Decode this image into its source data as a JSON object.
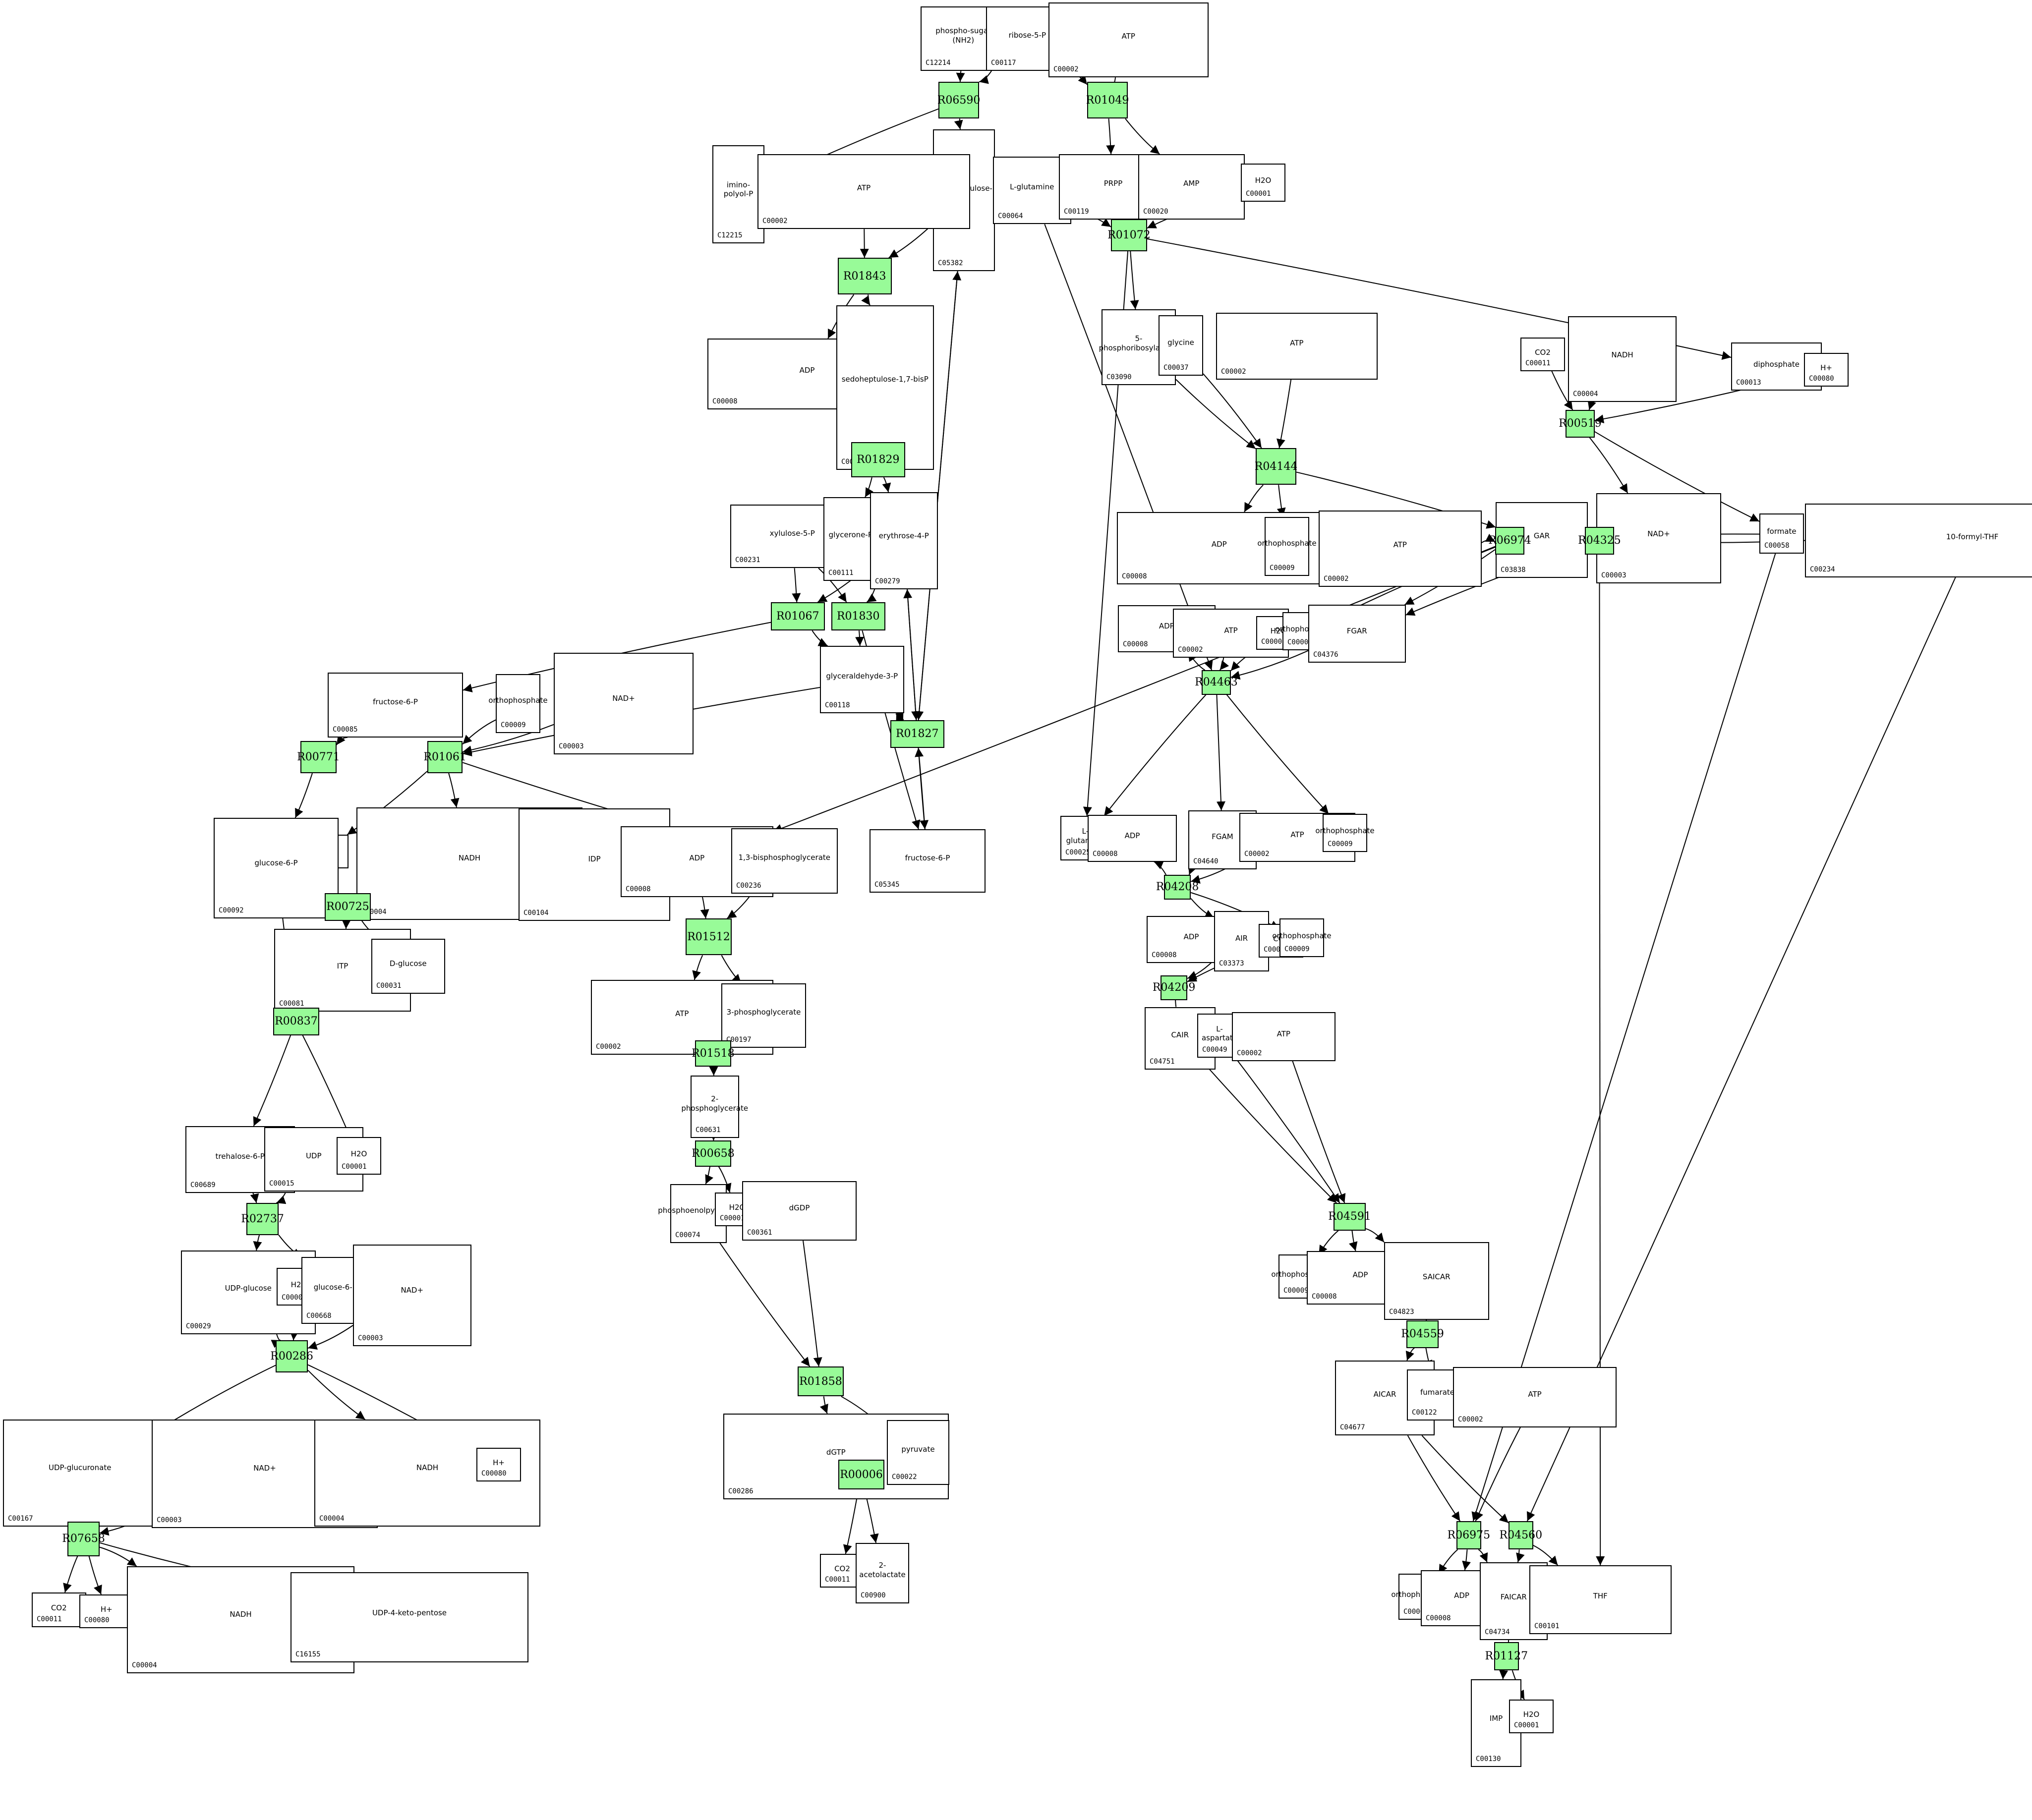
{
  "diagram": {
    "type": "metabolic-pathway",
    "reaction_color": "#98fb98",
    "compound_border_color": "#000000",
    "edge_color": "#000000"
  },
  "compounds": {
    "c12214": {
      "id": "C12214",
      "formula": "phospho-sugar (NH2)"
    },
    "c00117": {
      "id": "C00117",
      "formula": "ribose-5-P"
    },
    "c00002_a": {
      "id": "C00002",
      "formula": "ATP"
    },
    "c12215": {
      "id": "C12215",
      "formula": "imino-polyol-P"
    },
    "c05382": {
      "id": "C05382",
      "formula": "sedoheptulose-7-P"
    },
    "c00002_b": {
      "id": "C00002",
      "formula": "ATP"
    },
    "c00064": {
      "id": "C00064",
      "formula": "L-glutamine"
    },
    "c00119": {
      "id": "C00119",
      "formula": "PRPP"
    },
    "c00020": {
      "id": "C00020",
      "formula": "AMP"
    },
    "c00001_a": {
      "id": "C00001",
      "formula": "H2O"
    },
    "c00008": {
      "id": "C00008",
      "formula": "ADP"
    },
    "c00447": {
      "id": "C00447",
      "formula": "sedoheptulose-1,7-bisP"
    },
    "c00231": {
      "id": "C00231",
      "formula": "xylulose-5-P"
    },
    "c00111": {
      "id": "C00111",
      "formula": "glycerone-P"
    },
    "c00279": {
      "id": "C00279",
      "formula": "erythrose-4-P"
    },
    "c03090": {
      "id": "C03090",
      "formula": "5-phosphoribosylamine"
    },
    "c00037": {
      "id": "C00037",
      "formula": "glycine"
    },
    "c00002_c": {
      "id": "C00002",
      "formula": "ATP"
    },
    "c00011_a": {
      "id": "C00011",
      "formula": "CO2"
    },
    "c00004_a": {
      "id": "C00004",
      "formula": "NADH"
    },
    "c00013": {
      "id": "C00013",
      "formula": "diphosphate"
    },
    "c00080_a": {
      "id": "C00080",
      "formula": "H+"
    },
    "c00085": {
      "id": "C00085",
      "formula": "fructose-6-P"
    },
    "c00009_a": {
      "id": "C00009",
      "formula": "orthophosphate"
    },
    "c00003_a": {
      "id": "C00003",
      "formula": "NAD+"
    },
    "c00118": {
      "id": "C00118",
      "formula": "glyceraldehyde-3-P"
    },
    "c00008_b": {
      "id": "C00008",
      "formula": "ADP"
    },
    "c00009_b": {
      "id": "C00009",
      "formula": "orthophosphate"
    },
    "c00002_d": {
      "id": "C00002",
      "formula": "ATP"
    },
    "c03838": {
      "id": "C03838",
      "formula": "GAR"
    },
    "c00003_b": {
      "id": "C00003",
      "formula": "NAD+"
    },
    "c00058": {
      "id": "C00058",
      "formula": "formate"
    },
    "c00234": {
      "id": "C00234",
      "formula": "10-formyl-THF"
    },
    "c00080_b": {
      "id": "C00080",
      "formula": "H+"
    },
    "c00004_b": {
      "id": "C00004",
      "formula": "NADH"
    },
    "c00104": {
      "id": "C00104",
      "formula": "IDP"
    },
    "c00008_c": {
      "id": "C00008",
      "formula": "ADP"
    },
    "c00236": {
      "id": "C00236",
      "formula": "1,3-bisphosphoglycerate"
    },
    "c05345": {
      "id": "C05345",
      "formula": "fructose-6-P"
    },
    "c00008_d": {
      "id": "C00008",
      "formula": "ADP"
    },
    "c00002_e": {
      "id": "C00002",
      "formula": "ATP"
    },
    "c00001_b": {
      "id": "C00001",
      "formula": "H2O"
    },
    "c00009_c": {
      "id": "C00009",
      "formula": "orthophosphate"
    },
    "c04376": {
      "id": "C04376",
      "formula": "FGAR"
    },
    "c00092": {
      "id": "C00092",
      "formula": "glucose-6-P"
    },
    "c00025": {
      "id": "C00025",
      "formula": "L-glutamate"
    },
    "c00008_e": {
      "id": "C00008",
      "formula": "ADP"
    },
    "c04640": {
      "id": "C04640",
      "formula": "FGAM"
    },
    "c00002_f": {
      "id": "C00002",
      "formula": "ATP"
    },
    "c00009_d": {
      "id": "C00009",
      "formula": "orthophosphate"
    },
    "c00081": {
      "id": "C00081",
      "formula": "ITP"
    },
    "c00031": {
      "id": "C00031",
      "formula": "D-glucose"
    },
    "c00002_g": {
      "id": "C00002",
      "formula": "ATP"
    },
    "c00197": {
      "id": "C00197",
      "formula": "3-phosphoglycerate"
    },
    "c00008_f": {
      "id": "C00008",
      "formula": "ADP"
    },
    "c03373": {
      "id": "C03373",
      "formula": "AIR"
    },
    "c00011_b": {
      "id": "C00011",
      "formula": "CO2"
    },
    "c00009_e": {
      "id": "C00009",
      "formula": "orthophosphate"
    },
    "c00689": {
      "id": "C00689",
      "formula": "trehalose-6-P"
    },
    "c00015": {
      "id": "C00015",
      "formula": "UDP"
    },
    "c00001_c": {
      "id": "C00001",
      "formula": "H2O"
    },
    "c00631": {
      "id": "C00631",
      "formula": "2-phosphoglycerate"
    },
    "c04751": {
      "id": "C04751",
      "formula": "CAIR"
    },
    "c00049": {
      "id": "C00049",
      "formula": "L-aspartate"
    },
    "c00002_h": {
      "id": "C00002",
      "formula": "ATP"
    },
    "c00029": {
      "id": "C00029",
      "formula": "UDP-glucose"
    },
    "c00001_d": {
      "id": "C00001",
      "formula": "H2O"
    },
    "c00668": {
      "id": "C00668",
      "formula": "glucose-6-P"
    },
    "c00003_c": {
      "id": "C00003",
      "formula": "NAD+"
    },
    "c00074": {
      "id": "C00074",
      "formula": "phosphoenolpyruvate"
    },
    "c00001_e": {
      "id": "C00001",
      "formula": "H2O"
    },
    "c00361": {
      "id": "C00361",
      "formula": "dGDP"
    },
    "c00009_f": {
      "id": "C00009",
      "formula": "orthophosphate"
    },
    "c00008_g": {
      "id": "C00008",
      "formula": "ADP"
    },
    "c04823": {
      "id": "C04823",
      "formula": "SAICAR"
    },
    "c00167": {
      "id": "C00167",
      "formula": "UDP-glucuronate"
    },
    "c00003_d": {
      "id": "C00003",
      "formula": "NAD+"
    },
    "c00004_c": {
      "id": "C00004",
      "formula": "NADH"
    },
    "c00080_c": {
      "id": "C00080",
      "formula": "H+"
    },
    "c00286": {
      "id": "C00286",
      "formula": "dGTP"
    },
    "c00022": {
      "id": "C00022",
      "formula": "pyruvate"
    },
    "c04677": {
      "id": "C04677",
      "formula": "AICAR"
    },
    "c00122": {
      "id": "C00122",
      "formula": "fumarate"
    },
    "c00002_i": {
      "id": "C00002",
      "formula": "ATP"
    },
    "c00011_c": {
      "id": "C00011",
      "formula": "CO2"
    },
    "c00080_d": {
      "id": "C00080",
      "formula": "H+"
    },
    "c00004_d": {
      "id": "C00004",
      "formula": "NADH"
    },
    "c16155": {
      "id": "C16155",
      "formula": "UDP-4-keto-pentose"
    },
    "c00011_d": {
      "id": "C00011",
      "formula": "CO2"
    },
    "c00900": {
      "id": "C00900",
      "formula": "2-acetolactate"
    },
    "c00009_g": {
      "id": "C00009",
      "formula": "orthophosphate"
    },
    "c00008_h": {
      "id": "C00008",
      "formula": "ADP"
    },
    "c04734": {
      "id": "C04734",
      "formula": "FAICAR"
    },
    "c00101": {
      "id": "C00101",
      "formula": "THF"
    },
    "c00130": {
      "id": "C00130",
      "formula": "IMP"
    },
    "c00001_f": {
      "id": "C00001",
      "formula": "H2O"
    }
  },
  "reactions": {
    "r06590": {
      "id": "R06590"
    },
    "r01049": {
      "id": "R01049"
    },
    "r01843": {
      "id": "R01843"
    },
    "r01072": {
      "id": "R01072"
    },
    "r01829": {
      "id": "R01829"
    },
    "r04144": {
      "id": "R04144"
    },
    "r00519": {
      "id": "R00519"
    },
    "r01067": {
      "id": "R01067"
    },
    "r01830": {
      "id": "R01830"
    },
    "r06974": {
      "id": "R06974"
    },
    "r04325": {
      "id": "R04325"
    },
    "r00771": {
      "id": "R00771"
    },
    "r01061": {
      "id": "R01061"
    },
    "r01827": {
      "id": "R01827"
    },
    "r04463": {
      "id": "R04463"
    },
    "r00725": {
      "id": "R00725"
    },
    "r01512": {
      "id": "R01512"
    },
    "r04208": {
      "id": "R04208"
    },
    "r00837": {
      "id": "R00837"
    },
    "r01518": {
      "id": "R01518"
    },
    "r04209": {
      "id": "R04209"
    },
    "r02737": {
      "id": "R02737"
    },
    "r00658": {
      "id": "R00658"
    },
    "r04591": {
      "id": "R04591"
    },
    "r00286": {
      "id": "R00286"
    },
    "r01858": {
      "id": "R01858"
    },
    "r04559": {
      "id": "R04559"
    },
    "r07658": {
      "id": "R07658"
    },
    "r00006": {
      "id": "R00006"
    },
    "r06975": {
      "id": "R06975"
    },
    "r04560": {
      "id": "R04560"
    },
    "r01127": {
      "id": "R01127"
    }
  },
  "edges": [
    [
      "c12214",
      "r06590"
    ],
    [
      "c00117",
      "r06590"
    ],
    [
      "r06590",
      "c12215"
    ],
    [
      "r06590",
      "c05382"
    ],
    [
      "c00117",
      "r01049"
    ],
    [
      "c00002_a",
      "r01049"
    ],
    [
      "r01049",
      "c00119"
    ],
    [
      "r01049",
      "c00020"
    ],
    [
      "c00002_b",
      "r01843"
    ],
    [
      "c05382",
      "r01843"
    ],
    [
      "r01843",
      "c00008"
    ],
    [
      "r01843",
      "c00447"
    ],
    [
      "c00064",
      "r01072"
    ],
    [
      "c00119",
      "r01072"
    ],
    [
      "c00001_a",
      "r01072"
    ],
    [
      "r01072",
      "c03090"
    ],
    [
      "r01072",
      "c00013"
    ],
    [
      "r01072",
      "c00025"
    ],
    [
      "c00447",
      "r01829"
    ],
    [
      "r01829",
      "c00111"
    ],
    [
      "r01829",
      "c00279"
    ],
    [
      "c03090",
      "r04144"
    ],
    [
      "c00037",
      "r04144"
    ],
    [
      "c00002_c",
      "r04144"
    ],
    [
      "r04144",
      "c00008_b"
    ],
    [
      "r04144",
      "c00009_b"
    ],
    [
      "r04144",
      "c03838"
    ],
    [
      "c00011_a",
      "r00519"
    ],
    [
      "c00004_a",
      "r00519"
    ],
    [
      "c00080_a",
      "r00519"
    ],
    [
      "r00519",
      "c00003_b"
    ],
    [
      "r00519",
      "c00058"
    ],
    [
      "c00231",
      "r01067"
    ],
    [
      "c00279",
      "r01067"
    ],
    [
      "r01067",
      "c00085"
    ],
    [
      "r01067",
      "c00118"
    ],
    [
      "c00231",
      "r01830"
    ],
    [
      "c00279",
      "r01830"
    ],
    [
      "r01830",
      "c00118"
    ],
    [
      "r01830",
      "c05345"
    ],
    [
      "c00002_d",
      "r06974"
    ],
    [
      "c03838",
      "r06974"
    ],
    [
      "c00058",
      "r06974"
    ],
    [
      "r06974",
      "c00008_c"
    ],
    [
      "r06974",
      "c00009_c"
    ],
    [
      "r06974",
      "c04376"
    ],
    [
      "c03838",
      "r04325"
    ],
    [
      "c00234",
      "r04325"
    ],
    [
      "r04325",
      "c04376"
    ],
    [
      "r04325",
      "c00101"
    ],
    [
      "c00085",
      "r00771"
    ],
    [
      "r00771",
      "c00092"
    ],
    [
      "c00009_a",
      "r01061"
    ],
    [
      "c00003_a",
      "r01061"
    ],
    [
      "c00118",
      "r01061"
    ],
    [
      "r01061",
      "c00080_b"
    ],
    [
      "r01061",
      "c00004_b"
    ],
    [
      "r01061",
      "c00236"
    ],
    [
      "c00118",
      "r01827"
    ],
    [
      "c05382",
      "r01827"
    ],
    [
      "r01827",
      "c05382"
    ],
    [
      "r01827",
      "c00118"
    ],
    [
      "c05345",
      "r01827"
    ],
    [
      "r01827",
      "c05345"
    ],
    [
      "c00279",
      "r01827"
    ],
    [
      "r01827",
      "c00279"
    ],
    [
      "c00064",
      "r04463"
    ],
    [
      "c00002_e",
      "r04463"
    ],
    [
      "c00001_b",
      "r04463"
    ],
    [
      "c04376",
      "r04463"
    ],
    [
      "r04463",
      "c00025"
    ],
    [
      "r04463",
      "c00008_d"
    ],
    [
      "r04463",
      "c04640"
    ],
    [
      "r04463",
      "c00009_d"
    ],
    [
      "c00092",
      "r00725"
    ],
    [
      "c00104",
      "r00725"
    ],
    [
      "r00725",
      "c00081"
    ],
    [
      "r00725",
      "c00031"
    ],
    [
      "c00008_c",
      "r01512"
    ],
    [
      "c00236",
      "r01512"
    ],
    [
      "r01512",
      "c00002_g"
    ],
    [
      "r01512",
      "c00197"
    ],
    [
      "c04640",
      "r04208"
    ],
    [
      "c00002_f",
      "r04208"
    ],
    [
      "r04208",
      "c00008_e"
    ],
    [
      "r04208",
      "c03373"
    ],
    [
      "r04208",
      "c00009_e"
    ],
    [
      "c00092",
      "r00837"
    ],
    [
      "c00031",
      "r00837"
    ],
    [
      "r00837",
      "c00689"
    ],
    [
      "r00837",
      "c00001_c"
    ],
    [
      "c00197",
      "r01518"
    ],
    [
      "r01518",
      "c00631"
    ],
    [
      "c03373",
      "r04209"
    ],
    [
      "c00011_b",
      "r04209"
    ],
    [
      "r04209",
      "c04751"
    ],
    [
      "c00689",
      "r02737"
    ],
    [
      "c00015",
      "r02737"
    ],
    [
      "r02737",
      "c00029"
    ],
    [
      "r02737",
      "c00668"
    ],
    [
      "c00631",
      "r00658"
    ],
    [
      "r00658",
      "c00074"
    ],
    [
      "r00658",
      "c00001_e"
    ],
    [
      "c04751",
      "r04591"
    ],
    [
      "c00049",
      "r04591"
    ],
    [
      "c00002_h",
      "r04591"
    ],
    [
      "r04591",
      "c00009_f"
    ],
    [
      "r04591",
      "c00008_g"
    ],
    [
      "r04591",
      "c04823"
    ],
    [
      "c00029",
      "r00286"
    ],
    [
      "c00001_d",
      "r00286"
    ],
    [
      "c00003_c",
      "r00286"
    ],
    [
      "r00286",
      "c00167"
    ],
    [
      "r00286",
      "c00004_c"
    ],
    [
      "r00286",
      "c00080_c"
    ],
    [
      "c00074",
      "r01858"
    ],
    [
      "c00361",
      "r01858"
    ],
    [
      "r01858",
      "c00286"
    ],
    [
      "r01858",
      "c00022"
    ],
    [
      "c04823",
      "r04559"
    ],
    [
      "r04559",
      "c04677"
    ],
    [
      "r04559",
      "c00122"
    ],
    [
      "c00167",
      "r07658"
    ],
    [
      "c00003_d",
      "r07658"
    ],
    [
      "r07658",
      "c00011_c"
    ],
    [
      "r07658",
      "c00080_d"
    ],
    [
      "r07658",
      "c00004_d"
    ],
    [
      "r07658",
      "c16155"
    ],
    [
      "c00022",
      "r00006"
    ],
    [
      "r00006",
      "c00011_d"
    ],
    [
      "r00006",
      "c00900"
    ],
    [
      "c04677",
      "r06975"
    ],
    [
      "c00002_i",
      "r06975"
    ],
    [
      "c00058",
      "r06975"
    ],
    [
      "r06975",
      "c00009_g"
    ],
    [
      "r06975",
      "c00008_h"
    ],
    [
      "r06975",
      "c04734"
    ],
    [
      "c04677",
      "r04560"
    ],
    [
      "c00234",
      "r04560"
    ],
    [
      "r04560",
      "c04734"
    ],
    [
      "r04560",
      "c00101"
    ],
    [
      "c04734",
      "r01127"
    ],
    [
      "r01127",
      "c00130"
    ],
    [
      "r01127",
      "c00001_f"
    ]
  ]
}
